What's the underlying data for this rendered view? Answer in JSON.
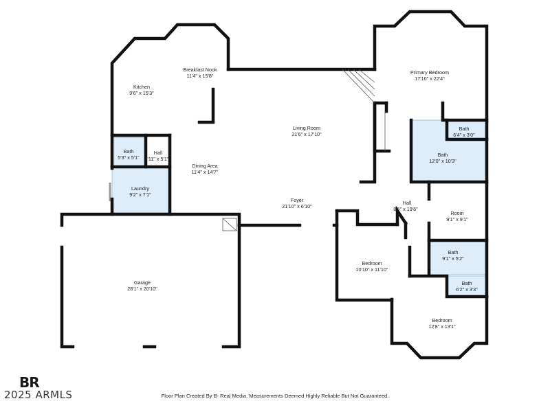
{
  "rooms": [
    {
      "name": "Breakfast Nook",
      "dims": "11'4\" x 15'8\""
    },
    {
      "name": "Kitchen",
      "dims": "9'6\" x 15'3\""
    },
    {
      "name": "Primary Bedroom",
      "dims": "17'10\" x 22'4\""
    },
    {
      "name": "Living Room",
      "dims": "21'6\" x 17'10\""
    },
    {
      "name": "Bath",
      "dims": "6'4\" x 3'0\""
    },
    {
      "name": "Bath",
      "dims": "12'0\" x 10'3\""
    },
    {
      "name": "Bath",
      "dims": "5'3\" x 5'1\""
    },
    {
      "name": "Hall",
      "dims": "3'11\" x 5'1\""
    },
    {
      "name": "Dining Area",
      "dims": "11'4\" x 14'7\""
    },
    {
      "name": "Laundry",
      "dims": "9'2\" x 7'1\""
    },
    {
      "name": "Foyer",
      "dims": "21'10\" x 6'10\""
    },
    {
      "name": "Hall",
      "dims": "8'5\" x 19'6\""
    },
    {
      "name": "Room",
      "dims": "9'1\" x 9'1\""
    },
    {
      "name": "Bath",
      "dims": "9'1\" x 5'2\""
    },
    {
      "name": "Bath",
      "dims": "6'2\" x 3'3\""
    },
    {
      "name": "Bedroom",
      "dims": "10'10\" x 11'10\""
    },
    {
      "name": "Bedroom",
      "dims": "12'8\" x 13'1\""
    },
    {
      "name": "Garage",
      "dims": "28'1\" x 20'10\""
    }
  ],
  "colors": {
    "wall": "#111111",
    "wet_room_fill": "#ddeefa",
    "wet_room_stroke": "#9cc4e4",
    "window": "#9a9a9a"
  },
  "footer": {
    "caption": "Floor Plan Created By B- Real Media. Measurements Deemed Highly Reliable But Not Guaranteed.",
    "logo": "BR",
    "copyright": "2025 ARMLS"
  }
}
